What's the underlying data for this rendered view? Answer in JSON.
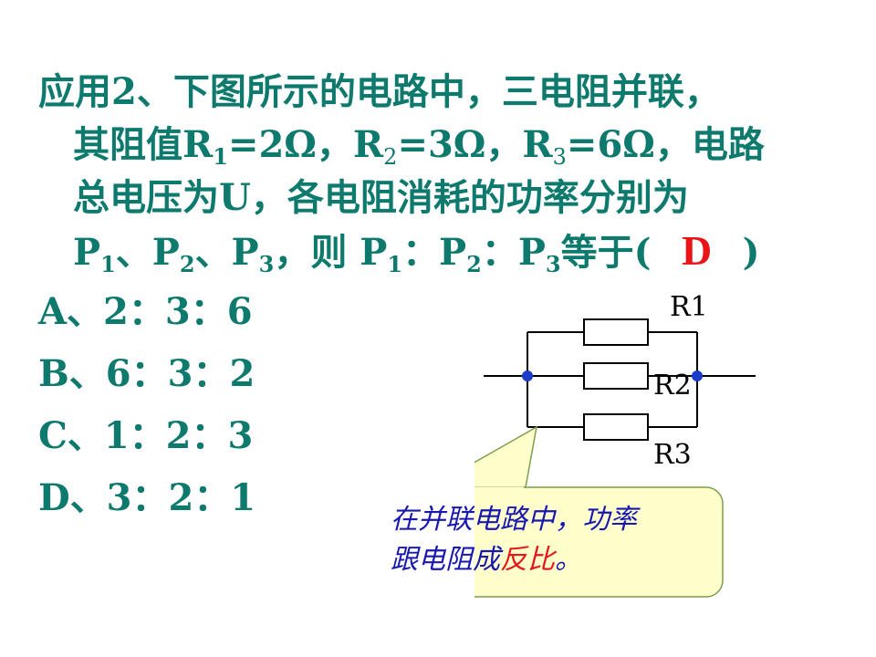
{
  "question": {
    "line1": "应用2、下图所示的电路中，三电阻并联，",
    "line2": {
      "a": "其阻值R",
      "sub1": "1",
      "b": "=2Ω，R",
      "sub2": "2",
      "c": "=3Ω，R",
      "sub3": "3",
      "d": "=6Ω，电路"
    },
    "line3": "总电压为U，各电阻消耗的功率分别为",
    "line4": {
      "p": "P",
      "s1": "1",
      "sep1": "、P",
      "s2": "2",
      "sep2": "、P",
      "s3": "3",
      "mid": "，则 P",
      "t1": "1",
      "col1": "：P",
      "t2": "2",
      "col2": "：P",
      "t3": "3",
      "tail": "等于(",
      "answer": "D",
      "close": ")"
    }
  },
  "options": [
    {
      "label": "A、2：3：6"
    },
    {
      "label": "B、6：3：2"
    },
    {
      "label": "C、1：2：3"
    },
    {
      "label": "D、3：2：1"
    }
  ],
  "circuit": {
    "r1": "R1",
    "r2": "R2",
    "r3": "R3"
  },
  "callout": {
    "line1": "在并联电路中，功率",
    "line2a": "跟电阻成",
    "line2b": "反比",
    "line2c": "。"
  },
  "colors": {
    "text": "#0e7a6e",
    "answer": "#e8141a",
    "callout_text": "#1818b0",
    "callout_fill": "#ffffcc",
    "callout_border": "#7a9e4a",
    "node": "#1a3cc8"
  }
}
